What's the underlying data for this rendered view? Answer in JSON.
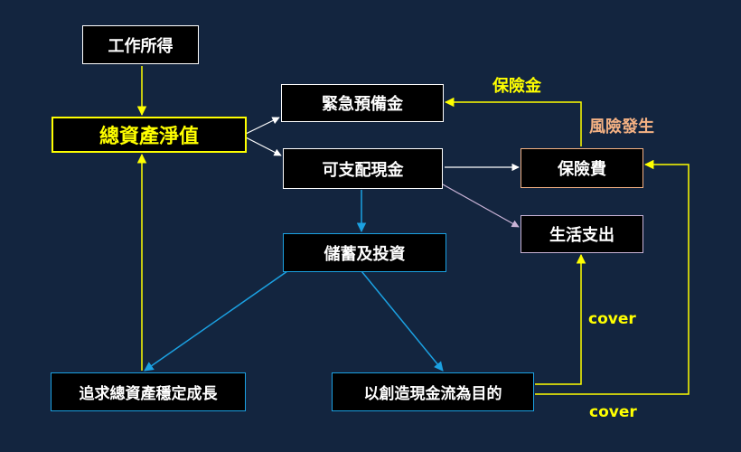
{
  "nodes": {
    "work_income": "工作所得",
    "net_worth": "總資產淨值",
    "emergency_fund": "緊急預備金",
    "disposable_cash": "可支配現金",
    "insurance_premium": "保險費",
    "living_expenses": "生活支出",
    "savings_investment": "儲蓄及投資",
    "stable_growth": "追求總資產穩定成長",
    "cash_flow_goal": "以創造現金流為目的"
  },
  "edge_labels": {
    "insurance_payout": "保險金",
    "risk_occurs": "風險發生",
    "cover_1": "cover",
    "cover_2": "cover"
  },
  "colors": {
    "background": "#13253f",
    "node_fill": "#000000",
    "yellow": "#ffff00",
    "blue": "#1ba1e2",
    "white": "#ffffff",
    "peach": "#f4b183",
    "lavender": "#c9b3d6"
  }
}
